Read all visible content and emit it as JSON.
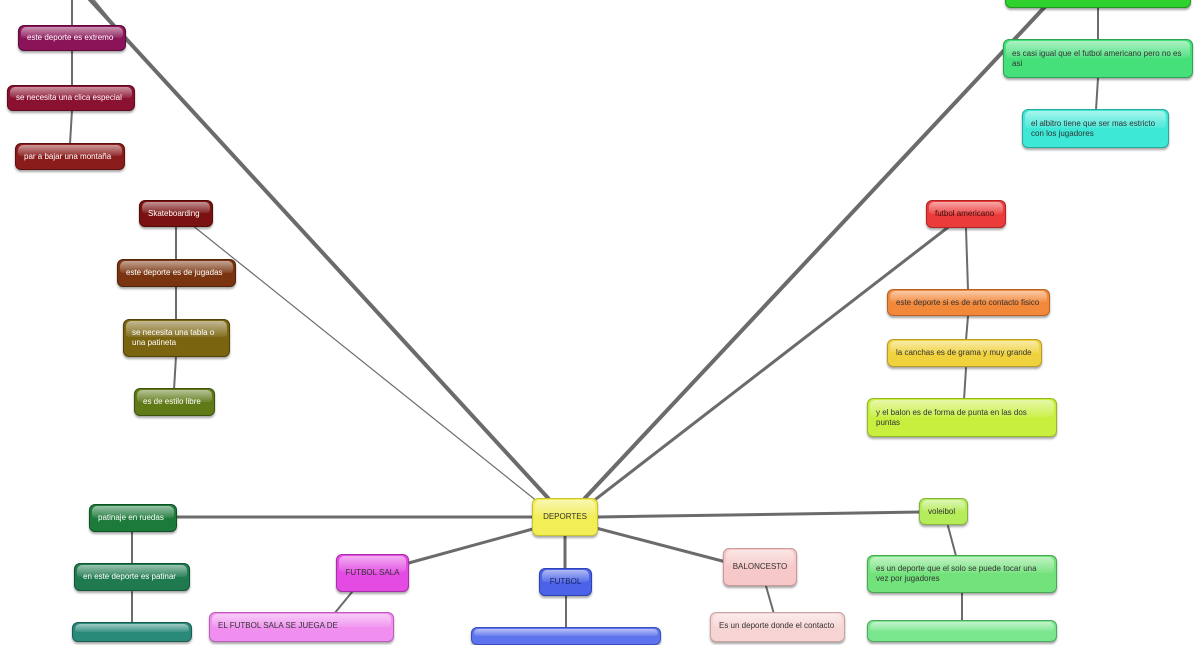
{
  "diagram": {
    "center": {
      "label": "DEPORTES",
      "color": "#f2ee55"
    },
    "nodes": {
      "extremo": {
        "label": "este deporte es extremo",
        "color": "#8a1457"
      },
      "clica": {
        "label": "se necesita una clica especial",
        "color": "#8a1230"
      },
      "montana": {
        "label": "par a bajar una montaña",
        "color": "#8b1c1c"
      },
      "skate": {
        "label": "Skateboarding",
        "color": "#7a1212"
      },
      "jugadas": {
        "label": "este deporte es de jugadas",
        "color": "#7a3410"
      },
      "tabla": {
        "label": "se necesita una tabla o una patineta",
        "color": "#7a6410"
      },
      "libre": {
        "label": "es de estilo libre",
        "color": "#5f7a16"
      },
      "top_right_green": {
        "label": "",
        "color": "#2ed12e"
      },
      "casi_igual": {
        "label": "es casi igual que el futbol americano pero no es asi",
        "color": "#45e07a"
      },
      "albitro": {
        "label": "el albitro tiene que ser mas estricto con los jugadores",
        "color": "#3de8d6"
      },
      "fut_americano": {
        "label": "futbol americano",
        "color": "#ec3b3b"
      },
      "contacto": {
        "label": "este deporte si es de arto contacto fisico",
        "color": "#f2883a"
      },
      "grama": {
        "label": "la canchas es de grama y muy grande",
        "color": "#f0d23e"
      },
      "balon": {
        "label": "y el balon es de forma de punta en las dos puntas",
        "color": "#c8ef3e"
      },
      "patinaje": {
        "label": "patinaje en ruedas",
        "color": "#1c7a3a"
      },
      "patinar": {
        "label": "en este deporte es patinar",
        "color": "#1f7a50"
      },
      "patinaje_child2": {
        "label": "",
        "color": "#2a8a7a"
      },
      "futbol_sala": {
        "label": "FUTBOL SALA",
        "color": "#e34be3"
      },
      "sala_desc": {
        "label": "EL FUTBOL SALA SE JUEGA DE",
        "color": "#f08ff0"
      },
      "futbol": {
        "label": "FUTBOL",
        "color": "#4a63e8"
      },
      "futbol_child": {
        "label": "",
        "color": "#5e74ee"
      },
      "baloncesto": {
        "label": "BALONCESTO",
        "color": "#f6c8c8"
      },
      "bal_desc": {
        "label": "Es un deporte donde el contacto",
        "color": "#f7d4d4"
      },
      "voleibol": {
        "label": "voleibol",
        "color": "#b5ec5a"
      },
      "vol_desc": {
        "label": "es un deporte que el solo se puede tocar una vez por jugadores",
        "color": "#72e27a"
      },
      "vol_child2": {
        "label": "",
        "color": "#7ae68e"
      }
    },
    "line_color": "#6b6b6b"
  }
}
